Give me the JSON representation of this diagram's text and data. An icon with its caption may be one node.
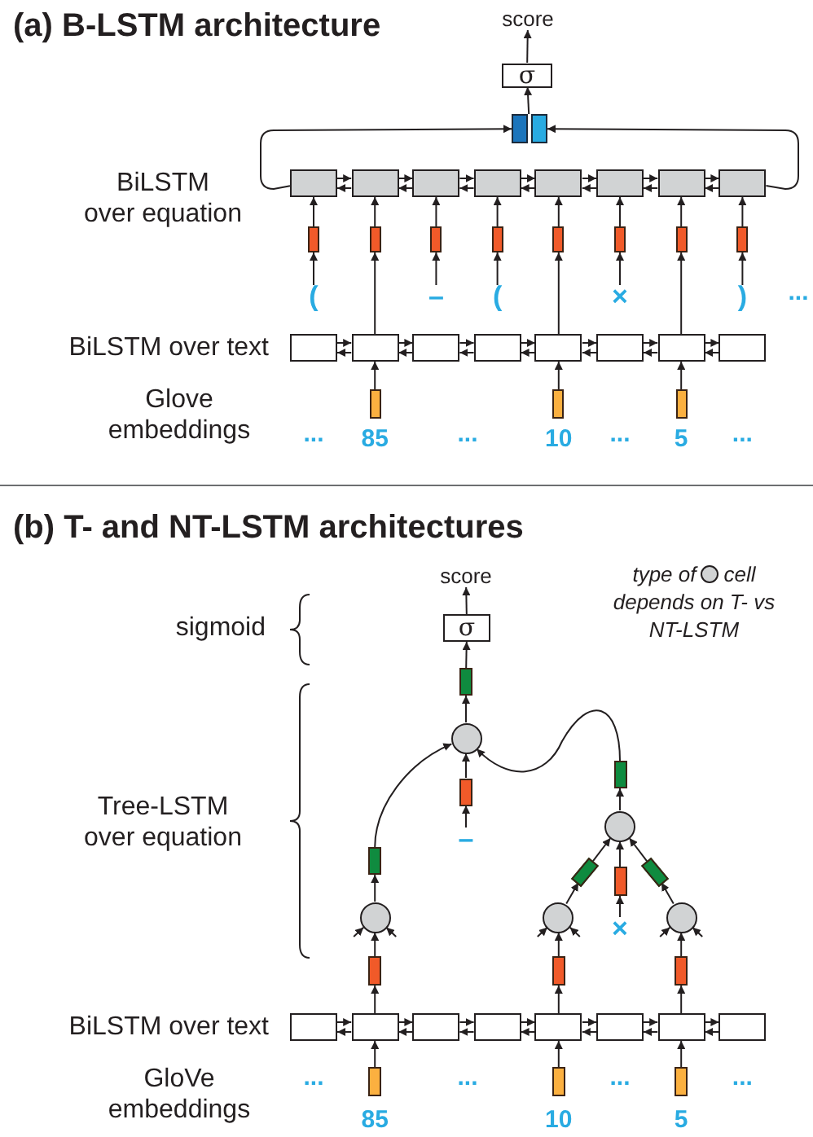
{
  "diagram": {
    "nodes": [
      {
        "text": [
          "score"
        ]
      },
      {
        "text": [
          "σ"
        ]
      },
      {
        "text": [],
        "shape": "bar"
      },
      {
        "text": [],
        "shape": "box"
      },
      {
        "text": [],
        "shape": "box"
      },
      {
        "text": [],
        "shape": "box"
      },
      {
        "text": [],
        "shape": "box"
      },
      {
        "text": [],
        "shape": "box"
      },
      {
        "text": [],
        "shape": "box"
      },
      {
        "text": [],
        "shape": "box"
      },
      {
        "text": [],
        "shape": "box"
      },
      {
        "text": [],
        "shape": "bar"
      },
      {
        "text": [],
        "shape": "bar"
      },
      {
        "text": [],
        "shape": "bar"
      },
      {
        "text": [],
        "shape": "bar"
      },
      {
        "text": [],
        "shape": "bar"
      },
      {
        "text": [],
        "shape": "bar"
      },
      {
        "text": [],
        "shape": "bar"
      },
      {
        "text": [],
        "shape": "bar"
      },
      {
        "text": [
          "("
        ]
      },
      {
        "text": [
          "–"
        ]
      },
      {
        "text": [
          "("
        ]
      },
      {
        "text": [
          "×"
        ]
      },
      {
        "text": [
          ")"
        ]
      },
      {
        "text": [],
        "shape": "box"
      },
      {
        "text": [],
        "shape": "box"
      },
      {
        "text": [],
        "shape": "box"
      },
      {
        "text": [],
        "shape": "box"
      },
      {
        "text": [],
        "shape": "box"
      },
      {
        "text": [],
        "shape": "box"
      },
      {
        "text": [],
        "shape": "box"
      },
      {
        "text": [],
        "shape": "box"
      },
      {
        "text": [],
        "shape": "bar"
      },
      {
        "text": [],
        "shape": "bar"
      },
      {
        "text": [],
        "shape": "bar"
      },
      {
        "text": [
          "score"
        ]
      },
      {
        "text": [
          "σ"
        ]
      },
      {
        "text": [],
        "shape": "bar"
      },
      {
        "text": [],
        "shape": "circle"
      },
      {
        "text": [],
        "shape": "bar"
      },
      {
        "text": [
          "–"
        ]
      },
      {
        "text": [],
        "shape": "bar"
      },
      {
        "text": [],
        "shape": "bar"
      },
      {
        "text": [],
        "shape": "circle"
      },
      {
        "text": [],
        "shape": "bar"
      },
      {
        "text": [],
        "shape": "bar"
      },
      {
        "text": [],
        "shape": "bar"
      },
      {
        "text": [
          "×"
        ]
      },
      {
        "text": [],
        "shape": "circle"
      },
      {
        "text": [],
        "shape": "circle"
      },
      {
        "text": [],
        "shape": "circle"
      },
      {
        "text": [],
        "shape": "bar"
      },
      {
        "text": [],
        "shape": "bar"
      },
      {
        "text": [],
        "shape": "bar"
      },
      {
        "text": [],
        "shape": "box"
      },
      {
        "text": [],
        "shape": "box"
      },
      {
        "text": [],
        "shape": "box"
      },
      {
        "text": [],
        "shape": "box"
      },
      {
        "text": [],
        "shape": "box"
      },
      {
        "text": [],
        "shape": "box"
      },
      {
        "text": [],
        "shape": "box"
      },
      {
        "text": [],
        "shape": "box"
      },
      {
        "text": [],
        "shape": "bar"
      },
      {
        "text": [],
        "shape": "bar"
      },
      {
        "text": [],
        "shape": "bar"
      }
    ],
    "edges": [
      {
        "from": 1,
        "to": 0,
        "arrow": "to"
      },
      {
        "from": 2,
        "to": 1,
        "arrow": "to"
      },
      {
        "from": 3,
        "to": 2,
        "arrow": "to"
      },
      {
        "from": 10,
        "to": 2,
        "arrow": "to"
      },
      {
        "from": 3,
        "to": 4,
        "arrow": "to"
      },
      {
        "from": 4,
        "to": 3,
        "arrow": "to"
      },
      {
        "from": 4,
        "to": 5,
        "arrow": "to"
      },
      {
        "from": 5,
        "to": 4,
        "arrow": "to"
      },
      {
        "from": 5,
        "to": 6,
        "arrow": "to"
      },
      {
        "from": 6,
        "to": 5,
        "arrow": "to"
      },
      {
        "from": 6,
        "to": 7,
        "arrow": "to"
      },
      {
        "from": 7,
        "to": 6,
        "arrow": "to"
      },
      {
        "from": 7,
        "to": 8,
        "arrow": "to"
      },
      {
        "from": 8,
        "to": 7,
        "arrow": "to"
      },
      {
        "from": 8,
        "to": 9,
        "arrow": "to"
      },
      {
        "from": 9,
        "to": 8,
        "arrow": "to"
      },
      {
        "from": 9,
        "to": 10,
        "arrow": "to"
      },
      {
        "from": 10,
        "to": 9,
        "arrow": "to"
      },
      {
        "from": 11,
        "to": 3,
        "arrow": "to"
      },
      {
        "from": 12,
        "to": 4,
        "arrow": "to"
      },
      {
        "from": 13,
        "to": 5,
        "arrow": "to"
      },
      {
        "from": 14,
        "to": 6,
        "arrow": "to"
      },
      {
        "from": 15,
        "to": 7,
        "arrow": "to"
      },
      {
        "from": 16,
        "to": 8,
        "arrow": "to"
      },
      {
        "from": 17,
        "to": 9,
        "arrow": "to"
      },
      {
        "from": 18,
        "to": 10,
        "arrow": "to"
      },
      {
        "from": 19,
        "to": 11,
        "arrow": "to"
      },
      {
        "from": 20,
        "to": 13,
        "arrow": "to"
      },
      {
        "from": 21,
        "to": 14,
        "arrow": "to"
      },
      {
        "from": 22,
        "to": 16,
        "arrow": "to"
      },
      {
        "from": 23,
        "to": 18,
        "arrow": "to"
      },
      {
        "from": 25,
        "to": 12,
        "arrow": "to"
      },
      {
        "from": 28,
        "to": 15,
        "arrow": "to"
      },
      {
        "from": 30,
        "to": 17,
        "arrow": "to"
      },
      {
        "from": 24,
        "to": 25,
        "arrow": "to"
      },
      {
        "from": 25,
        "to": 24,
        "arrow": "to"
      },
      {
        "from": 25,
        "to": 26,
        "arrow": "to"
      },
      {
        "from": 26,
        "to": 25,
        "arrow": "to"
      },
      {
        "from": 26,
        "to": 27,
        "arrow": "to"
      },
      {
        "from": 27,
        "to": 26,
        "arrow": "to"
      },
      {
        "from": 27,
        "to": 28,
        "arrow": "to"
      },
      {
        "from": 28,
        "to": 27,
        "arrow": "to"
      },
      {
        "from": 28,
        "to": 29,
        "arrow": "to"
      },
      {
        "from": 29,
        "to": 28,
        "arrow": "to"
      },
      {
        "from": 29,
        "to": 30,
        "arrow": "to"
      },
      {
        "from": 30,
        "to": 29,
        "arrow": "to"
      },
      {
        "from": 30,
        "to": 31,
        "arrow": "to"
      },
      {
        "from": 31,
        "to": 30,
        "arrow": "to"
      },
      {
        "from": 32,
        "to": 25,
        "arrow": "to"
      },
      {
        "from": 33,
        "to": 28,
        "arrow": "to"
      },
      {
        "from": 34,
        "to": 30,
        "arrow": "to"
      },
      {
        "from": 36,
        "to": 35,
        "arrow": "to"
      },
      {
        "from": 37,
        "to": 36,
        "arrow": "to"
      },
      {
        "from": 38,
        "to": 37,
        "arrow": "to"
      },
      {
        "from": 39,
        "to": 38,
        "arrow": "to"
      },
      {
        "from": 40,
        "to": 39,
        "arrow": "to"
      },
      {
        "from": 41,
        "to": 38,
        "arrow": "to"
      },
      {
        "from": 42,
        "to": 38,
        "arrow": "to"
      },
      {
        "from": 43,
        "to": 42,
        "arrow": "to"
      },
      {
        "from": 44,
        "to": 43,
        "arrow": "to"
      },
      {
        "from": 45,
        "to": 43,
        "arrow": "to"
      },
      {
        "from": 46,
        "to": 43,
        "arrow": "to"
      },
      {
        "from": 47,
        "to": 45,
        "arrow": "to"
      },
      {
        "from": 48,
        "to": 41,
        "arrow": "to"
      },
      {
        "from": 49,
        "to": 44,
        "arrow": "to"
      },
      {
        "from": 50,
        "to": 46,
        "arrow": "to"
      },
      {
        "from": 51,
        "to": 48,
        "arrow": "to"
      },
      {
        "from": 52,
        "to": 49,
        "arrow": "to"
      },
      {
        "from": 53,
        "to": 50,
        "arrow": "to"
      },
      {
        "from": 55,
        "to": 51,
        "arrow": "to"
      },
      {
        "from": 58,
        "to": 52,
        "arrow": "to"
      },
      {
        "from": 60,
        "to": 53,
        "arrow": "to"
      },
      {
        "from": 54,
        "to": 55,
        "arrow": "to"
      },
      {
        "from": 55,
        "to": 54,
        "arrow": "to"
      },
      {
        "from": 55,
        "to": 56,
        "arrow": "to"
      },
      {
        "from": 56,
        "to": 55,
        "arrow": "to"
      },
      {
        "from": 56,
        "to": 57,
        "arrow": "to"
      },
      {
        "from": 57,
        "to": 56,
        "arrow": "to"
      },
      {
        "from": 57,
        "to": 58,
        "arrow": "to"
      },
      {
        "from": 58,
        "to": 57,
        "arrow": "to"
      },
      {
        "from": 58,
        "to": 59,
        "arrow": "to"
      },
      {
        "from": 59,
        "to": 58,
        "arrow": "to"
      },
      {
        "from": 59,
        "to": 60,
        "arrow": "to"
      },
      {
        "from": 60,
        "to": 59,
        "arrow": "to"
      },
      {
        "from": 60,
        "to": 61,
        "arrow": "to"
      },
      {
        "from": 61,
        "to": 60,
        "arrow": "to"
      },
      {
        "from": 62,
        "to": 55,
        "arrow": "to"
      },
      {
        "from": 63,
        "to": 58,
        "arrow": "to"
      },
      {
        "from": 64,
        "to": 60,
        "arrow": "to"
      },
      {
        "from": null,
        "to": 48,
        "arrow": "to"
      },
      {
        "from": null,
        "to": 48,
        "arrow": "to"
      },
      {
        "from": null,
        "to": 49,
        "arrow": "to"
      },
      {
        "from": null,
        "to": 49,
        "arrow": "to"
      },
      {
        "from": null,
        "to": 50,
        "arrow": "to"
      },
      {
        "from": null,
        "to": 50,
        "arrow": "to"
      }
    ],
    "labels": [
      "(a) B-LSTM architecture",
      "BiLSTM over equation",
      "...",
      "BiLSTM over text",
      "Glove embeddings",
      "...",
      "85",
      "...",
      "10",
      "...",
      "5",
      "...",
      "(b) T- and NT-LSTM architectures",
      "type of",
      "cell depends on T- vs NT-LSTM",
      "sigmoid",
      "Tree-LSTM over equation",
      "BiLSTM over text",
      "...",
      "...",
      "...",
      "...",
      "GloVe embeddings",
      "85",
      "10",
      "5"
    ]
  }
}
